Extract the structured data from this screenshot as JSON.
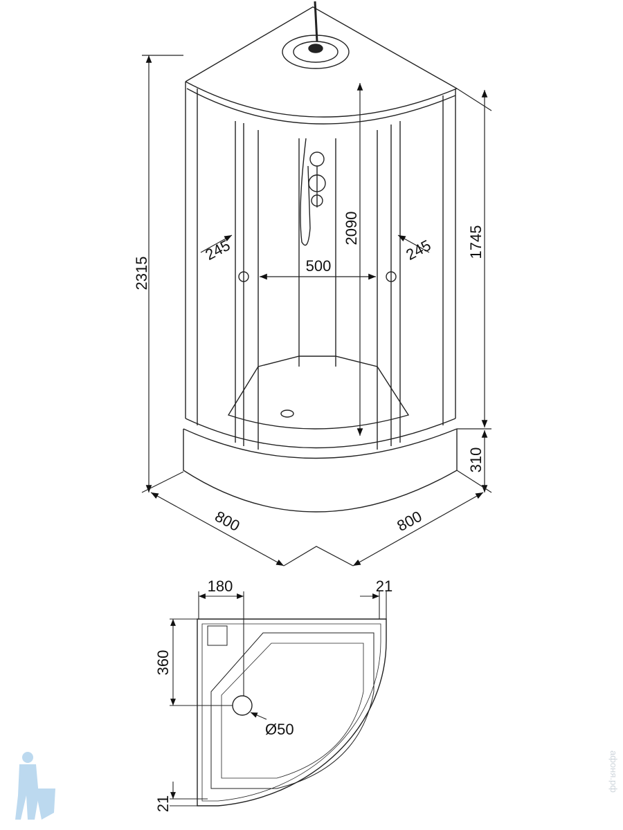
{
  "dimensions": {
    "total_height": "2315",
    "cabin_height": "1745",
    "tray_height": "310",
    "inner_height": "2090",
    "door_width": "500",
    "side_left": "245",
    "side_right": "245",
    "width_left": "800",
    "width_right": "800",
    "drain_offset_x": "180",
    "drain_offset_y": "360",
    "wall_gap_right": "21",
    "wall_gap_bottom": "21",
    "drain_diameter": "Ø50"
  },
  "watermark": "афоня.рф",
  "colors": {
    "line": "#222222",
    "logo": "#bcd9ef"
  }
}
